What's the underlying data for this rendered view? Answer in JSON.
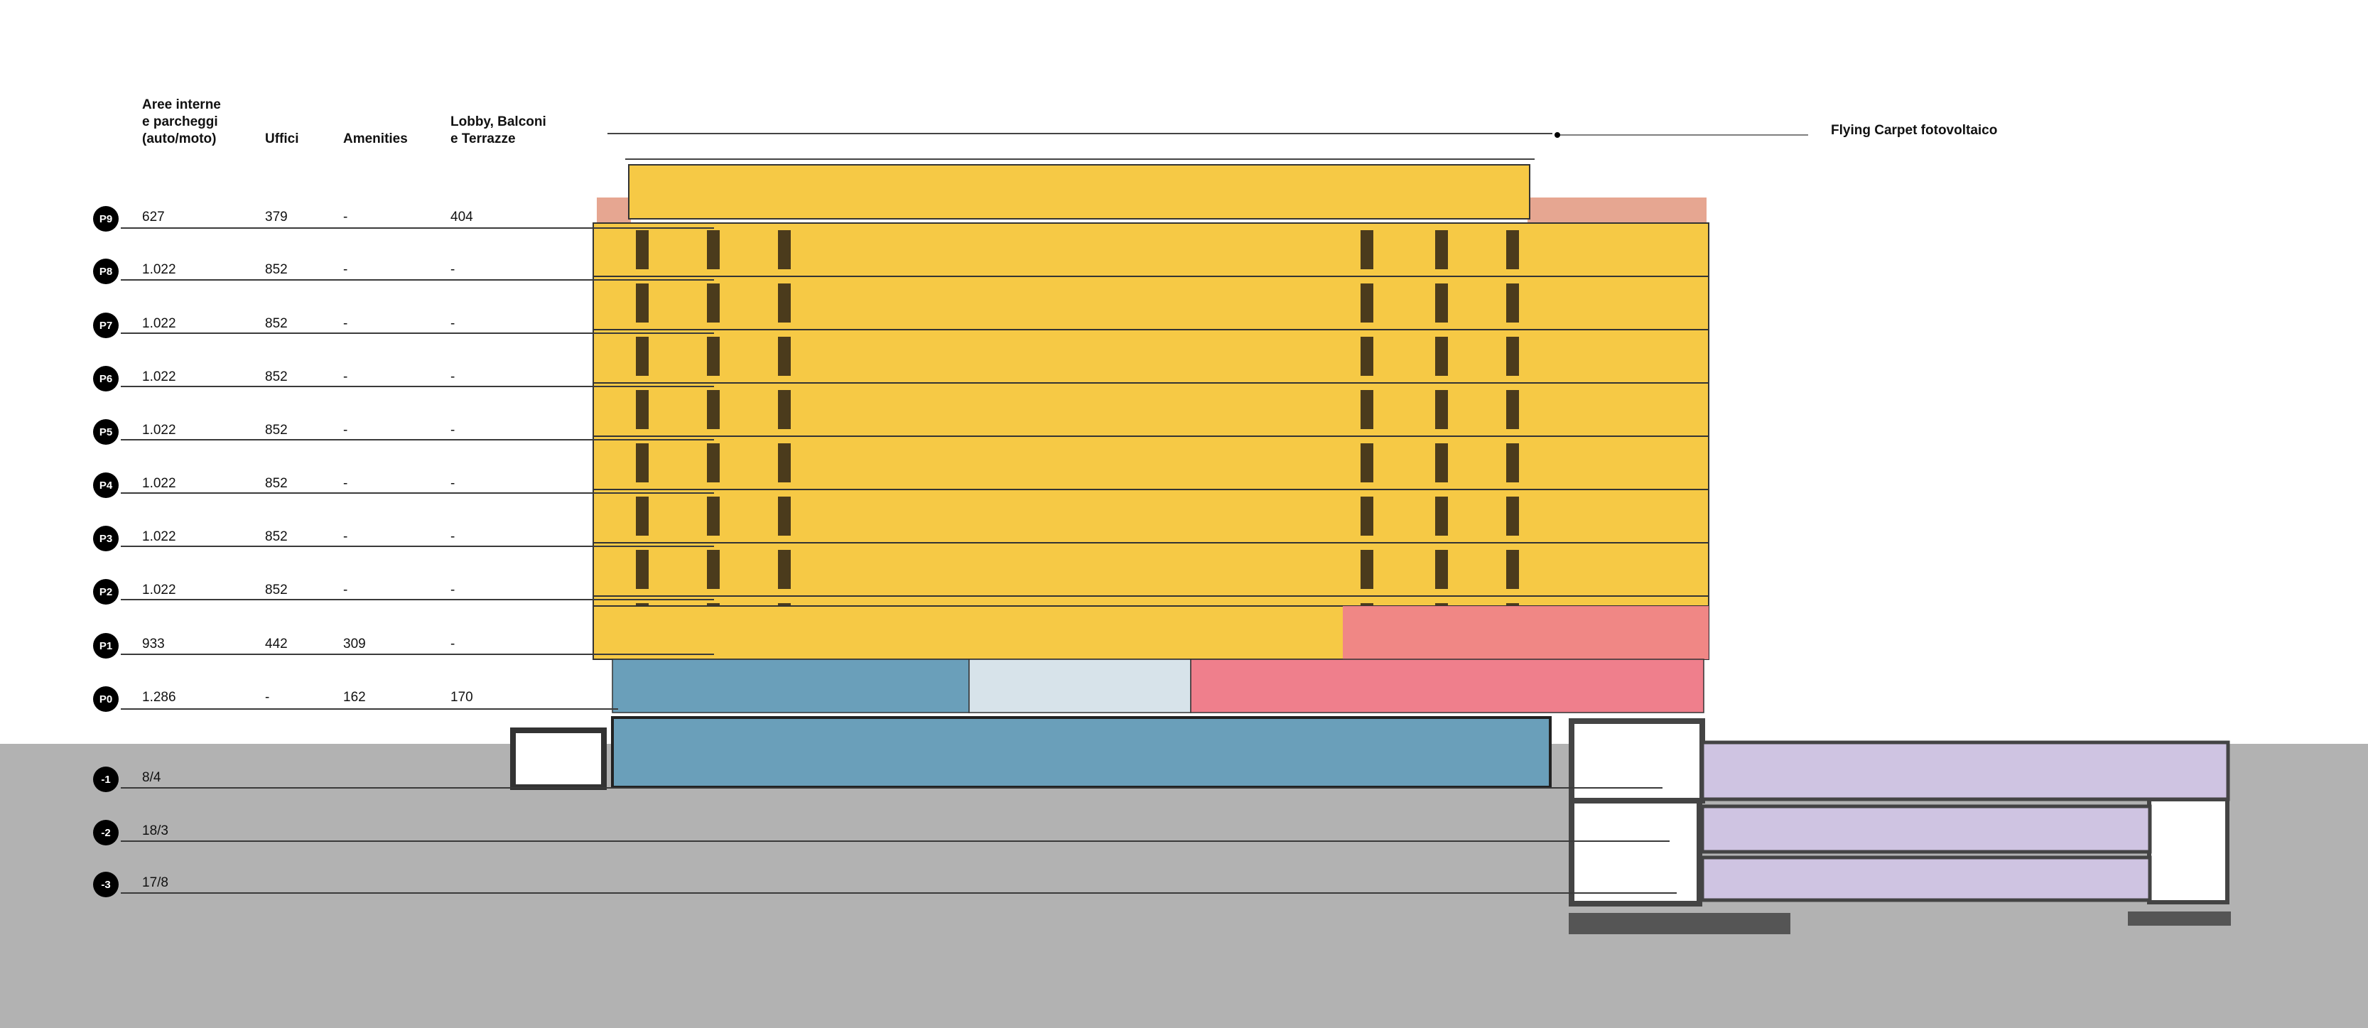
{
  "headers": {
    "col1": "Aree interne\ne parcheggi\n(auto/moto)",
    "col2": "Uffici",
    "col3": "Amenities",
    "col4": "Lobby, Balconi\ne Terrazze"
  },
  "callout": "Flying Carpet fotovoltaico",
  "floors": [
    {
      "label": "P9",
      "c1": "627",
      "c2": "379",
      "c3": "-",
      "c4": "404"
    },
    {
      "label": "P8",
      "c1": "1.022",
      "c2": "852",
      "c3": "-",
      "c4": "-"
    },
    {
      "label": "P7",
      "c1": "1.022",
      "c2": "852",
      "c3": "-",
      "c4": "-"
    },
    {
      "label": "P6",
      "c1": "1.022",
      "c2": "852",
      "c3": "-",
      "c4": "-"
    },
    {
      "label": "P5",
      "c1": "1.022",
      "c2": "852",
      "c3": "-",
      "c4": "-"
    },
    {
      "label": "P4",
      "c1": "1.022",
      "c2": "852",
      "c3": "-",
      "c4": "-"
    },
    {
      "label": "P3",
      "c1": "1.022",
      "c2": "852",
      "c3": "-",
      "c4": "-"
    },
    {
      "label": "P2",
      "c1": "1.022",
      "c2": "852",
      "c3": "-",
      "c4": "-"
    },
    {
      "label": "P1",
      "c1": "933",
      "c2": "442",
      "c3": "309",
      "c4": "-"
    },
    {
      "label": "P0",
      "c1": "1.286",
      "c2": "-",
      "c3": "162",
      "c4": "170"
    },
    {
      "label": "-1",
      "c1": "8/4",
      "c2": "",
      "c3": "",
      "c4": ""
    },
    {
      "label": "-2",
      "c1": "18/3",
      "c2": "",
      "c3": "",
      "c4": ""
    },
    {
      "label": "-3",
      "c1": "17/8",
      "c2": "",
      "c3": "",
      "c4": ""
    }
  ],
  "colors": {
    "offices": "#f6c945",
    "amenities": "#ef7f8c",
    "lobby": "#d7e3ea",
    "parking": "#6a9fba",
    "basement_annex": "#cfc4e2",
    "ground": "#b2b2b2",
    "roof_accent": "#e6a691"
  }
}
